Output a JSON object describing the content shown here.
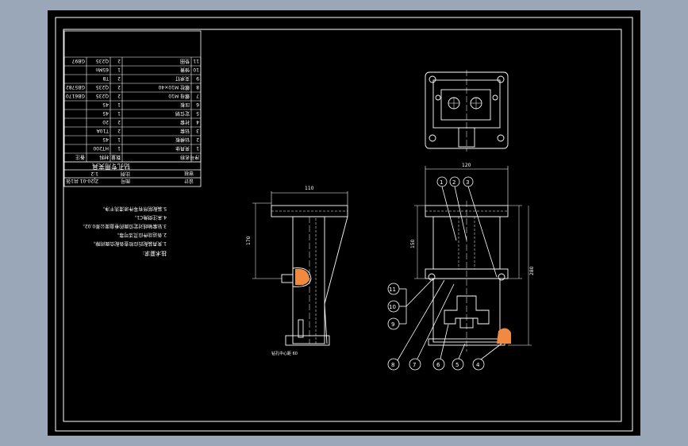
{
  "colors": {
    "background": "#9aa7b8",
    "canvas": "#000000",
    "line": "#ffffff"
  },
  "title_block": {
    "header_row_a": "设计",
    "header_row_b": "审核",
    "header_row_c": "图号",
    "header_row_d": "比例",
    "drawing_title": "钻孔专用夹具",
    "scale": "1:2",
    "drawing_no": "ZJ20-01",
    "sheet": "共1张"
  },
  "parts_list": {
    "columns": [
      "序号",
      "名称",
      "数量",
      "材料",
      "备注"
    ],
    "rows": [
      {
        "no": "1",
        "name": "夹具体",
        "qty": "1",
        "material": "HT200",
        "note": ""
      },
      {
        "no": "2",
        "name": "钻模板",
        "qty": "1",
        "material": "45",
        "note": ""
      },
      {
        "no": "3",
        "name": "钻套",
        "qty": "2",
        "material": "T10A",
        "note": ""
      },
      {
        "no": "4",
        "name": "衬套",
        "qty": "2",
        "material": "20",
        "note": ""
      },
      {
        "no": "5",
        "name": "定位销",
        "qty": "1",
        "material": "45",
        "note": ""
      },
      {
        "no": "6",
        "name": "压板",
        "qty": "1",
        "material": "45",
        "note": ""
      },
      {
        "no": "7",
        "name": "螺母 M10",
        "qty": "2",
        "material": "Q235",
        "note": "GB6170"
      },
      {
        "no": "8",
        "name": "螺栓 M10×40",
        "qty": "2",
        "material": "Q235",
        "note": "GB5782"
      },
      {
        "no": "9",
        "name": "支承钉",
        "qty": "2",
        "material": "T8",
        "note": ""
      },
      {
        "no": "10",
        "name": "弹簧",
        "qty": "1",
        "material": "65Mn",
        "note": ""
      },
      {
        "no": "11",
        "name": "垫圈",
        "qty": "2",
        "material": "Q235",
        "note": "GB97"
      }
    ]
  },
  "notes": [
    "技术要求:",
    "1.夹具装配后应检查各配合面间隙。",
    "2.各运动件应灵活可靠。",
    "3.钻套轴线对定位面的垂直度公差0.02。",
    "4.未注倒角C1。",
    "5.装配前所有零件须清洗干净。"
  ],
  "dimensions": {
    "side_width": "110",
    "side_height": "170",
    "front_width": "120",
    "front_height_a": "150",
    "front_height_b": "280",
    "side_note": "钻孔中心距 60"
  },
  "balloons_top": [
    "1",
    "2",
    "3"
  ],
  "balloons_left": [
    "11",
    "10",
    "9"
  ],
  "balloons_bottom": [
    "8",
    "7",
    "6",
    "5",
    "4"
  ]
}
